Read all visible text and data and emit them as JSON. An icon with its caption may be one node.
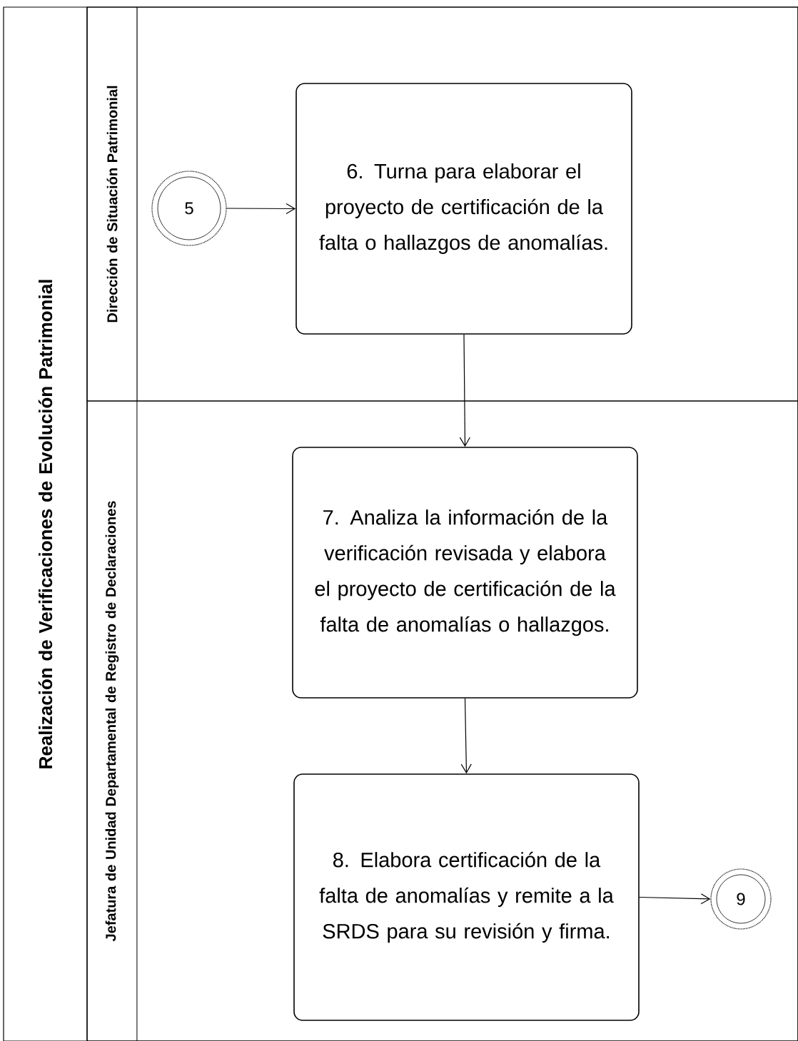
{
  "diagram": {
    "nodes": [
      {
        "text": [
          "Realización de Verificaciones de Evolución Patrimonial"
        ]
      },
      {
        "text": [
          "Dirección de Situación Patrimonial"
        ],
        "in": 0
      },
      {
        "text": [
          "Jefatura de Unidad Departamental de Registro de Declaraciones"
        ],
        "in": 0
      },
      {
        "text": [
          "5"
        ],
        "in": 1
      },
      {
        "text": [
          "6. Turna para elaborar el proyecto de certificación de la falta o hallazgos de anomalías."
        ],
        "in": 1
      },
      {
        "text": [
          "7. Analiza la información de la verificación revisada y elabora el proyecto de certificación de la falta de anomalías o hallazgos."
        ],
        "in": 2
      },
      {
        "text": [
          "8. Elabora certificación de la falta de anomalías y remite a la SRDS para su revisión y firma."
        ],
        "in": 2
      },
      {
        "text": [
          "9"
        ],
        "in": 2
      }
    ],
    "edges": [
      {
        "from": 3,
        "to": 4,
        "arrow": "to"
      },
      {
        "from": 4,
        "to": 5,
        "arrow": "to"
      },
      {
        "from": 5,
        "to": 6,
        "arrow": "to"
      },
      {
        "from": 6,
        "to": 7,
        "arrow": "to"
      }
    ]
  }
}
